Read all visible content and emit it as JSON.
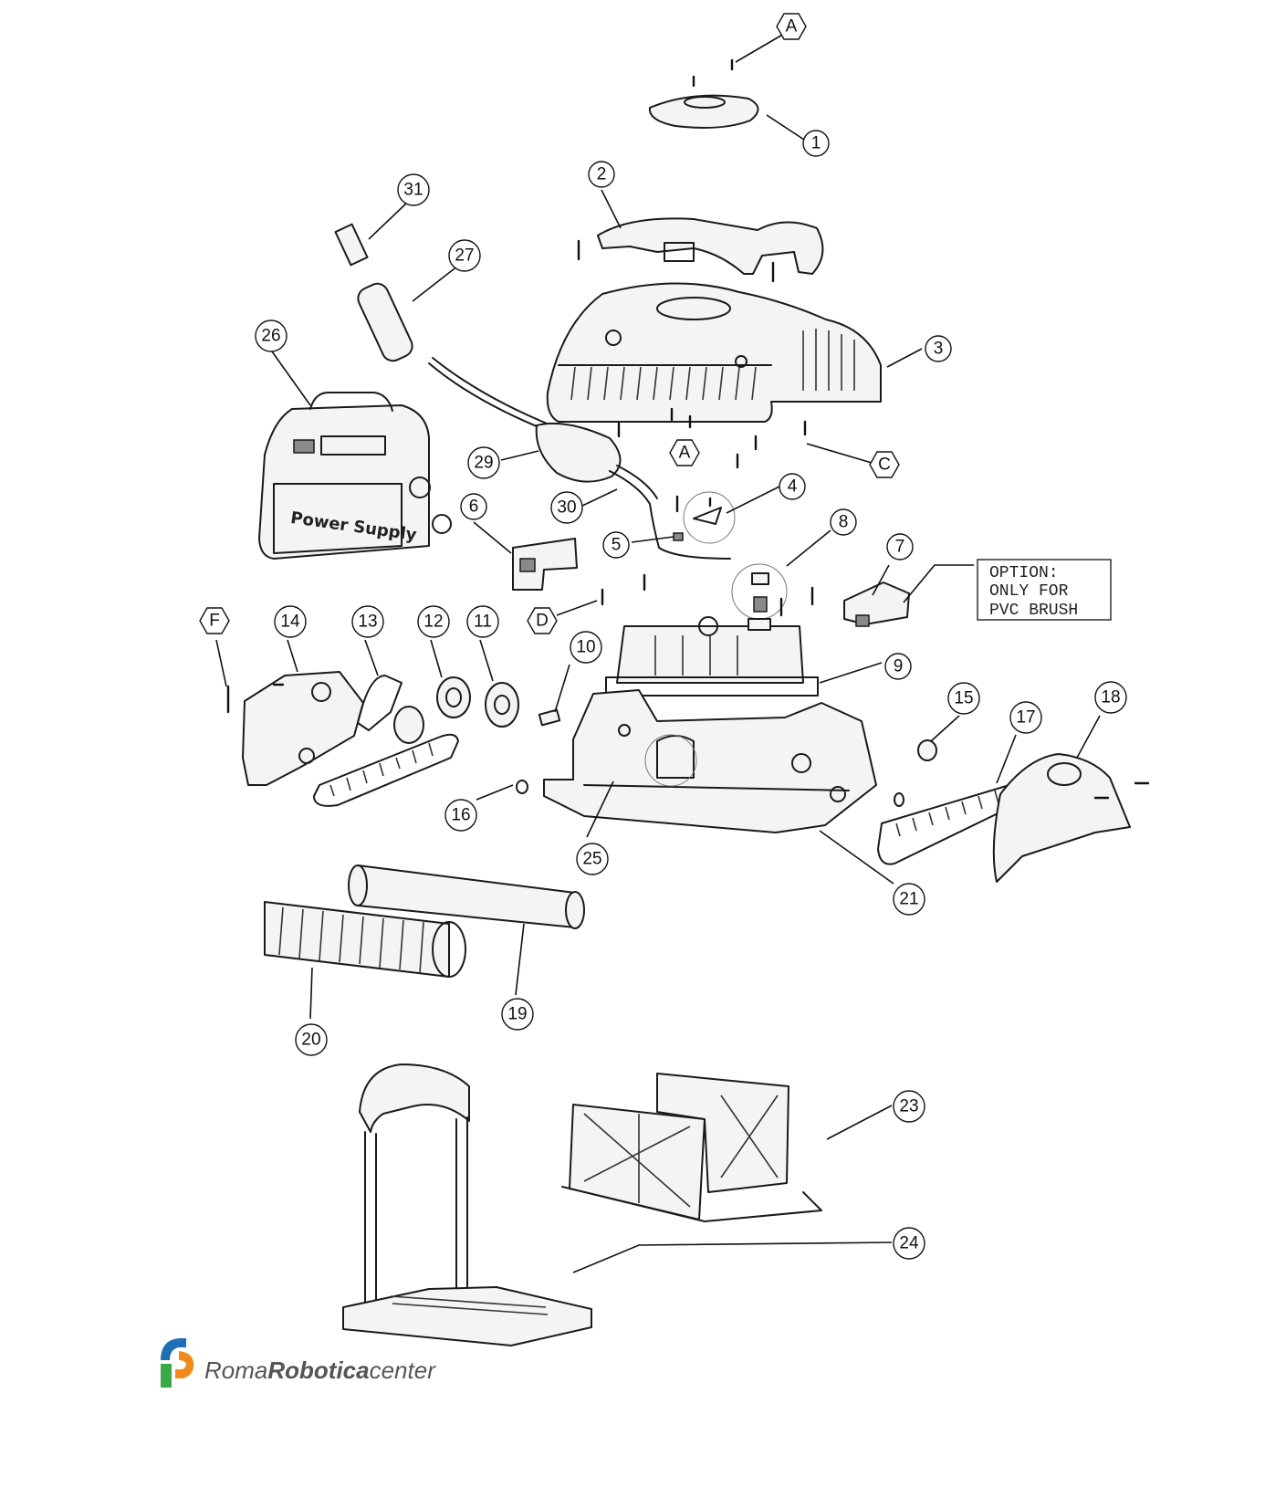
{
  "diagram": {
    "callouts": [
      {
        "id": "A",
        "shape": "hex"
      },
      {
        "id": "1",
        "shape": "circle"
      },
      {
        "id": "2",
        "shape": "circle"
      },
      {
        "id": "31",
        "shape": "circle"
      },
      {
        "id": "27",
        "shape": "circle"
      },
      {
        "id": "26",
        "shape": "circle"
      },
      {
        "id": "3",
        "shape": "circle"
      },
      {
        "id": "C",
        "shape": "hex"
      },
      {
        "id": "29",
        "shape": "circle"
      },
      {
        "id": "A",
        "shape": "hex"
      },
      {
        "id": "4",
        "shape": "circle"
      },
      {
        "id": "6",
        "shape": "circle"
      },
      {
        "id": "30",
        "shape": "circle"
      },
      {
        "id": "8",
        "shape": "circle"
      },
      {
        "id": "5",
        "shape": "circle"
      },
      {
        "id": "7",
        "shape": "circle"
      },
      {
        "id": "D",
        "shape": "hex"
      },
      {
        "id": "F",
        "shape": "hex"
      },
      {
        "id": "14",
        "shape": "circle"
      },
      {
        "id": "13",
        "shape": "circle"
      },
      {
        "id": "12",
        "shape": "circle"
      },
      {
        "id": "11",
        "shape": "circle"
      },
      {
        "id": "10",
        "shape": "circle"
      },
      {
        "id": "9",
        "shape": "circle"
      },
      {
        "id": "15",
        "shape": "circle"
      },
      {
        "id": "18",
        "shape": "circle"
      },
      {
        "id": "17",
        "shape": "circle"
      },
      {
        "id": "16",
        "shape": "circle"
      },
      {
        "id": "25",
        "shape": "circle"
      },
      {
        "id": "21",
        "shape": "circle"
      },
      {
        "id": "19",
        "shape": "circle"
      },
      {
        "id": "20",
        "shape": "circle"
      },
      {
        "id": "23",
        "shape": "circle"
      },
      {
        "id": "24",
        "shape": "circle"
      }
    ],
    "option_note": {
      "line1": "OPTION:",
      "line2": "ONLY FOR",
      "line3": "PVC BRUSH"
    },
    "power_supply_label": "Power Supply"
  },
  "logo": {
    "part1": "Roma",
    "part2": "Robotica",
    "part3": "center",
    "colors": {
      "blue": "#1f6fb5",
      "orange": "#f08a1c",
      "green": "#3aa845"
    }
  }
}
